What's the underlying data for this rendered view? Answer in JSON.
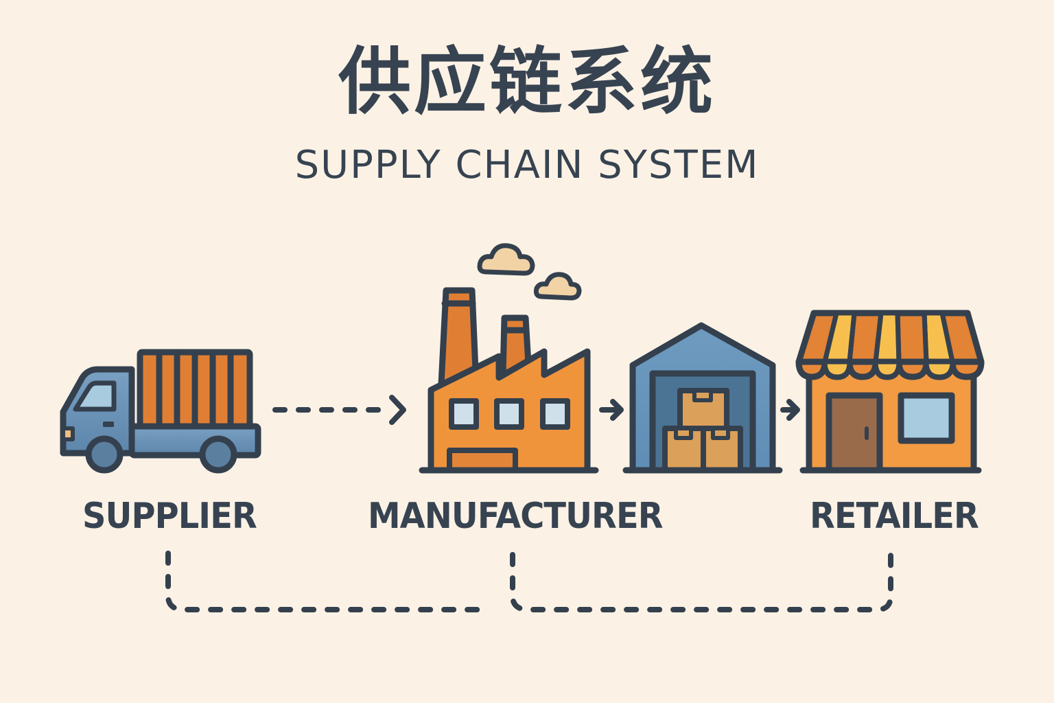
{
  "title": {
    "chinese": "供应链系统",
    "english": "SUPPLY CHAIN SYSTEM"
  },
  "stages": [
    {
      "id": "supplier",
      "label": "SUPPLIER",
      "icon": "truck-icon"
    },
    {
      "id": "manufacturer",
      "label": "MANUFACTURER",
      "icon": "factory-icon"
    },
    {
      "id": "warehouse",
      "label": "",
      "icon": "warehouse-icon"
    },
    {
      "id": "retailer",
      "label": "RETAILER",
      "icon": "store-icon"
    }
  ],
  "flows": [
    {
      "from": "supplier",
      "to": "manufacturer",
      "style": "dashed-arrow"
    },
    {
      "from": "manufacturer",
      "to": "warehouse",
      "style": "arrow"
    },
    {
      "from": "warehouse",
      "to": "retailer",
      "style": "arrow"
    }
  ],
  "feedback_links": [
    {
      "from": "supplier",
      "to": "manufacturer",
      "style": "dashed"
    },
    {
      "from": "manufacturer",
      "to": "retailer",
      "style": "dashed"
    }
  ],
  "colors": {
    "background": "#fbf2e5",
    "outline": "#34404e",
    "orange": "#ef9440",
    "dark_orange": "#e07f34",
    "yellow": "#f7c04e",
    "blue": "#6a93b8",
    "dark_blue": "#4f7494",
    "light_blue": "#cfe0ea",
    "box": "#d99c57",
    "door": "#9a6b4b",
    "cloud": "#f2d3a6"
  }
}
